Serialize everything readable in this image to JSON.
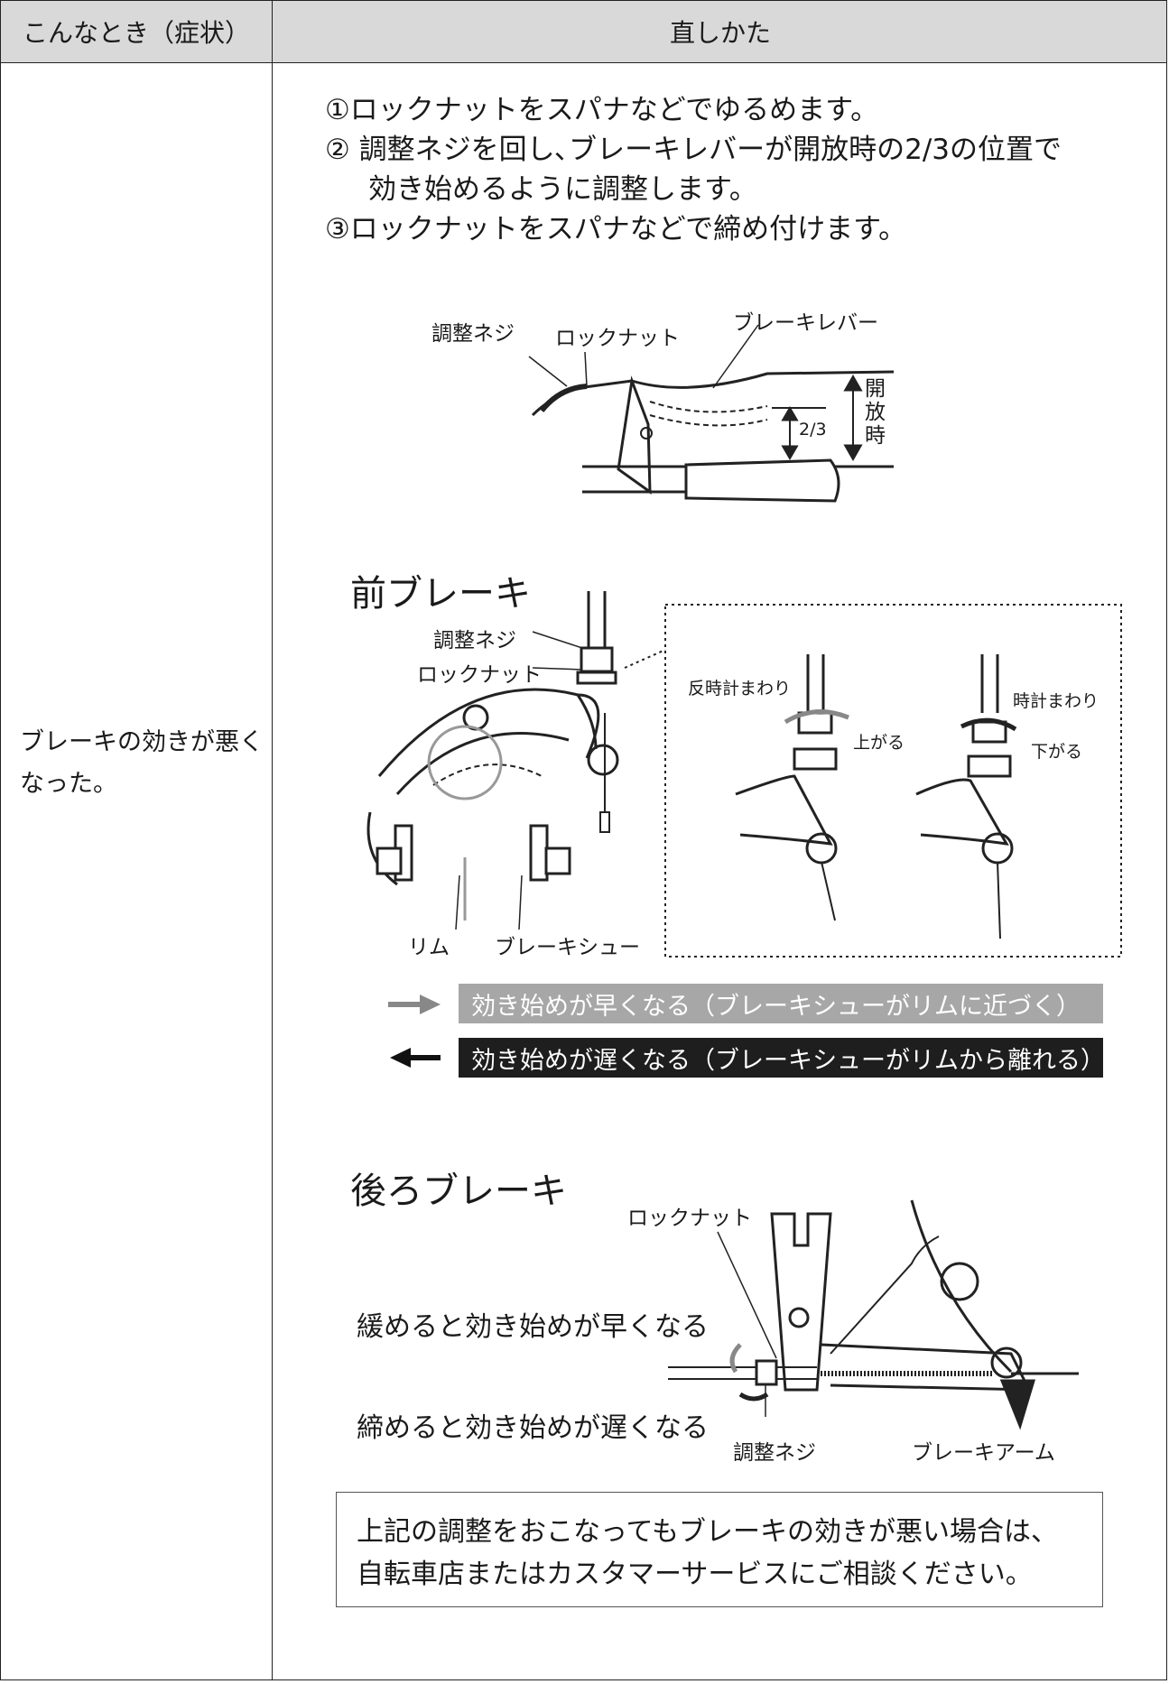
{
  "header": {
    "col1": "こんなとき（症状）",
    "col2": "直しかた"
  },
  "symptom": "ブレーキの効きが悪くなった。",
  "steps": [
    "①ロックナットをスパナなどでゆるめます。",
    "② 調整ネジを回し､ブレーキレバーが開放時の2/3の位置で",
    "効き始めるように調整します。",
    "③ロックナットをスパナなどで締め付けます。"
  ],
  "lever_diagram": {
    "adjust_screw": "調整ネジ",
    "lock_nut": "ロックナット",
    "brake_lever": "ブレーキレバー",
    "two_thirds": "2/3",
    "open_state": "開放時"
  },
  "front": {
    "title": "前ブレーキ",
    "adjust_screw": "調整ネジ",
    "lock_nut": "ロックナット",
    "rim": "リム",
    "brake_shoe": "ブレーキシュー",
    "ccw": "反時計まわり",
    "up": "上がる",
    "cw": "時計まわり",
    "down": "下がる",
    "earlier": "効き始めが早くなる（ブレーキシューがリムに近づく）",
    "later": "効き始めが遅くなる（ブレーキシューがリムから離れる）"
  },
  "rear": {
    "title": "後ろブレーキ",
    "lock_nut": "ロックナット",
    "loosen": "緩めると効き始めが早くなる",
    "tighten": "締めると効き始めが遅くなる",
    "adjust_screw": "調整ネジ",
    "brake_arm": "ブレーキアーム"
  },
  "note": [
    "上記の調整をおこなってもブレーキの効きが悪い場合は、",
    "自転車店またはカスタマーサービスにご相談ください。"
  ],
  "colors": {
    "header_bg": "#d9d9d9",
    "earlier_bar": "#a7a7a7",
    "later_bar": "#1e1e1e"
  }
}
